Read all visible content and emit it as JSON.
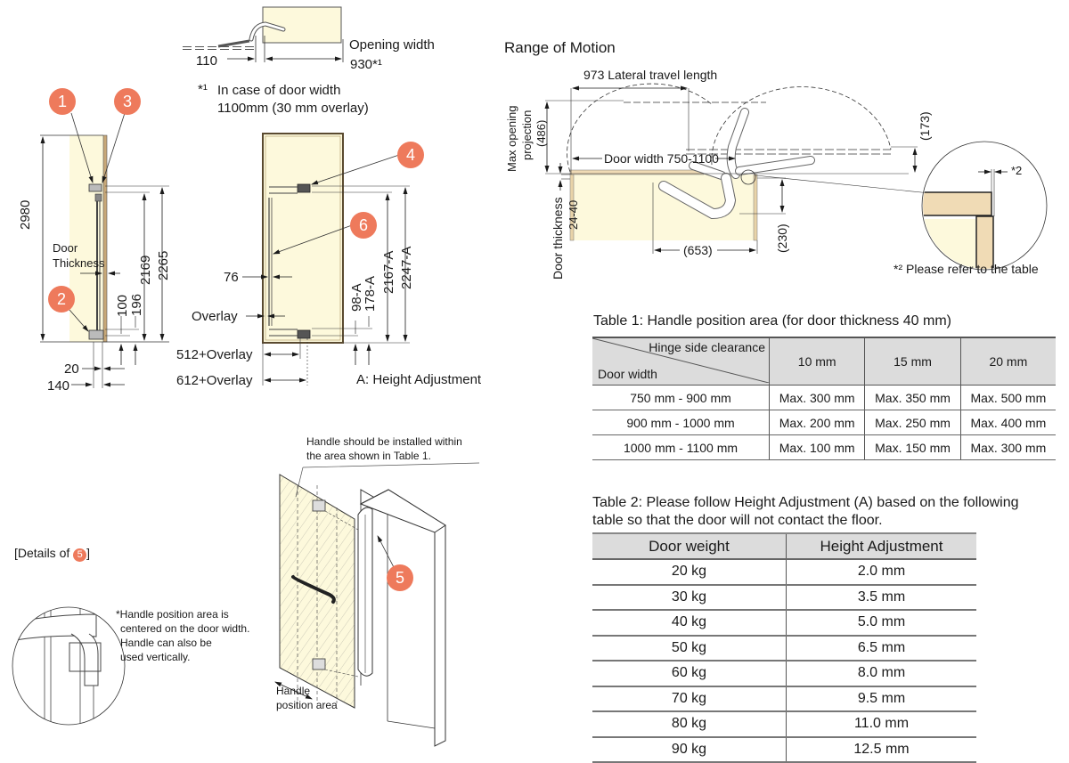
{
  "colors": {
    "badge": "#ee7a5c",
    "door_fill": "#fdf9dc",
    "edge_fill": "#f0dbb5",
    "table_header": "#dcdcdc"
  },
  "top_plan": {
    "dim_110": "110",
    "opening_width_label": "Opening width",
    "opening_width_value": "930*¹",
    "footnote_marker": "*¹",
    "footnote_line1": "In case of door width",
    "footnote_line2": "1100mm (30 mm overlay)"
  },
  "side_view": {
    "badges": [
      "1",
      "3",
      "2"
    ],
    "dim_total_height": "2980",
    "door_thickness_label_1": "Door",
    "door_thickness_label_2": "Thickness",
    "dim_2169": "2169",
    "dim_2265": "2265",
    "dim_100": "100",
    "dim_196": "196",
    "dim_20": "20",
    "dim_140": "140"
  },
  "front_view": {
    "badges": [
      "4",
      "6"
    ],
    "dim_76": "76",
    "overlay_label": "Overlay",
    "dim_512": "512+Overlay",
    "dim_612": "612+Overlay",
    "dim_98a": "98-A",
    "dim_178a": "178-A",
    "dim_2167a": "2167-A",
    "dim_2247a": "2247-A",
    "height_adjustment_note": "A: Height Adjustment"
  },
  "range_of_motion": {
    "title": "Range of Motion",
    "lateral_travel": "973 Lateral travel length",
    "max_opening_1": "Max opening",
    "max_opening_2": "projection",
    "max_opening_3": "(486)",
    "door_width": "Door width 750-1100",
    "dim_173": "(173)",
    "door_thickness_label": "Door thickness",
    "door_thickness_value": "24-40",
    "dim_653": "(653)",
    "dim_230": "(230)",
    "star2": "*2",
    "star2_note": "*² Please refer to the table"
  },
  "table1": {
    "caption": "Table 1: Handle position area (for door thickness 40 mm)",
    "corner_top": "Hinge side clearance",
    "corner_bottom": "Door width",
    "columns": [
      "10 mm",
      "15 mm",
      "20 mm"
    ],
    "rows": [
      {
        "width": "750 mm - 900 mm",
        "values": [
          "Max. 300 mm",
          "Max. 350 mm",
          "Max. 500 mm"
        ]
      },
      {
        "width": "900 mm - 1000 mm",
        "values": [
          "Max. 200 mm",
          "Max. 250 mm",
          "Max. 400 mm"
        ]
      },
      {
        "width": "1000 mm - 1100 mm",
        "values": [
          "Max. 100 mm",
          "Max. 150 mm",
          "Max. 300 mm"
        ]
      }
    ]
  },
  "table2": {
    "caption_line1": "Table 2: Please follow Height Adjustment (A) based on the following",
    "caption_line2": "table so that the door will not contact the floor.",
    "columns": [
      "Door weight",
      "Height Adjustment"
    ],
    "rows": [
      [
        "20 kg",
        "2.0 mm"
      ],
      [
        "30 kg",
        "3.5 mm"
      ],
      [
        "40 kg",
        "5.0 mm"
      ],
      [
        "50 kg",
        "6.5 mm"
      ],
      [
        "60 kg",
        "8.0 mm"
      ],
      [
        "70 kg",
        "9.5 mm"
      ],
      [
        "80 kg",
        "11.0 mm"
      ],
      [
        "90 kg",
        "12.5 mm"
      ]
    ]
  },
  "details": {
    "title_prefix": "[Details of",
    "title_badge": "5",
    "title_suffix": "]",
    "note_line1": "*Handle position area is",
    "note_line2": "centered on the door width.",
    "note_line3": "Handle can also be",
    "note_line4": "used vertically."
  },
  "iso_view": {
    "callout_line1": "Handle should be installed within",
    "callout_line2": "the area shown in Table 1.",
    "badge": "5",
    "handle_area_line1": "Handle",
    "handle_area_line2": "position area"
  }
}
